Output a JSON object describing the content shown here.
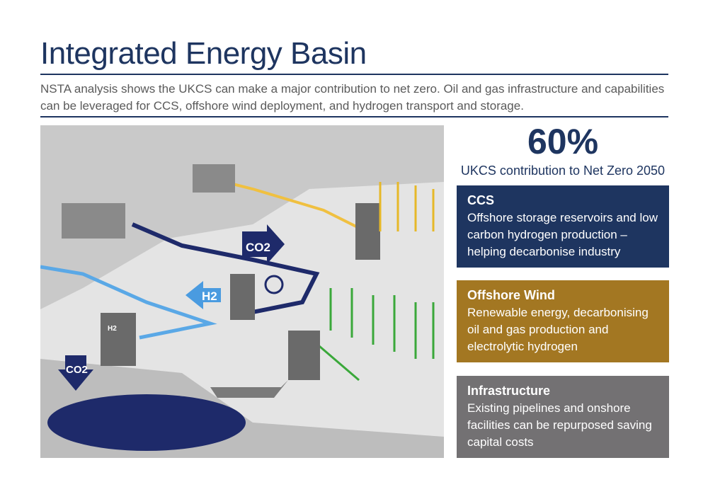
{
  "header": {
    "title": "Integrated Energy Basin",
    "subtitle": "NSTA analysis shows the UKCS can make a major contribution to net zero. Oil and gas infrastructure and capabilities can be leveraged for CCS, offshore wind deployment, and hydrogen transport and storage."
  },
  "illustration": {
    "co2_label": "CO2",
    "h2_label": "H2",
    "co2_store_label": "CO2",
    "h2_platform_label": "H2"
  },
  "stat": {
    "value": "60%",
    "label": "UKCS contribution to Net Zero 2050"
  },
  "cards": [
    {
      "title": "CCS",
      "text": "Offshore storage reservoirs and low carbon hydrogen production – helping decarbonise industry",
      "color": "#1e3560"
    },
    {
      "title": "Offshore Wind",
      "text": "Renewable energy, decarbonising oil and gas production and electrolytic hydrogen",
      "color": "#a37722"
    },
    {
      "title": "Infrastructure",
      "text": "Existing pipelines and onshore facilities can be repurposed saving capital costs",
      "color": "#737173"
    }
  ]
}
